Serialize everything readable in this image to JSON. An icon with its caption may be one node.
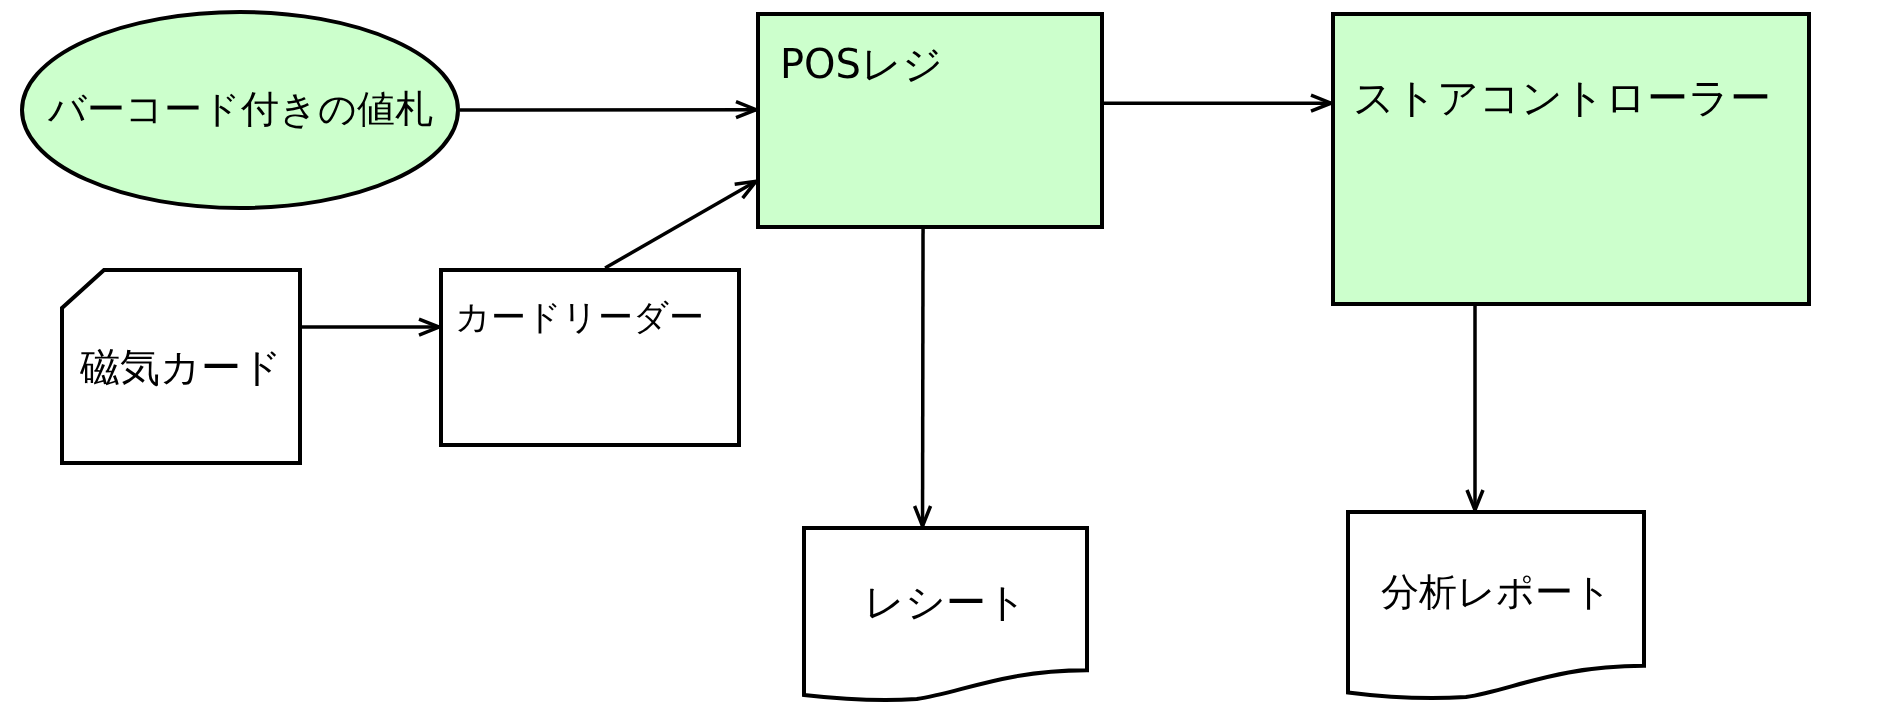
{
  "diagram": {
    "nodes": [
      {
        "text": [
          "バーコード付きの値札"
        ]
      },
      {
        "text": [
          "POSレジ"
        ]
      },
      {
        "text": [
          "ストアコントローラー"
        ]
      },
      {
        "text": [
          "磁気カード"
        ]
      },
      {
        "text": [
          "カードリーダー"
        ]
      },
      {
        "text": [
          "レシート"
        ]
      },
      {
        "text": [
          "分析レポート"
        ]
      }
    ],
    "edges": [
      {
        "from": 0,
        "to": 1,
        "arrow": "to"
      },
      {
        "from": 1,
        "to": 2,
        "arrow": "to"
      },
      {
        "from": 3,
        "to": 4,
        "arrow": "to"
      },
      {
        "from": 4,
        "to": 1,
        "arrow": "to"
      },
      {
        "from": 1,
        "to": 5,
        "arrow": "to"
      },
      {
        "from": 2,
        "to": 6,
        "arrow": "to"
      }
    ]
  }
}
